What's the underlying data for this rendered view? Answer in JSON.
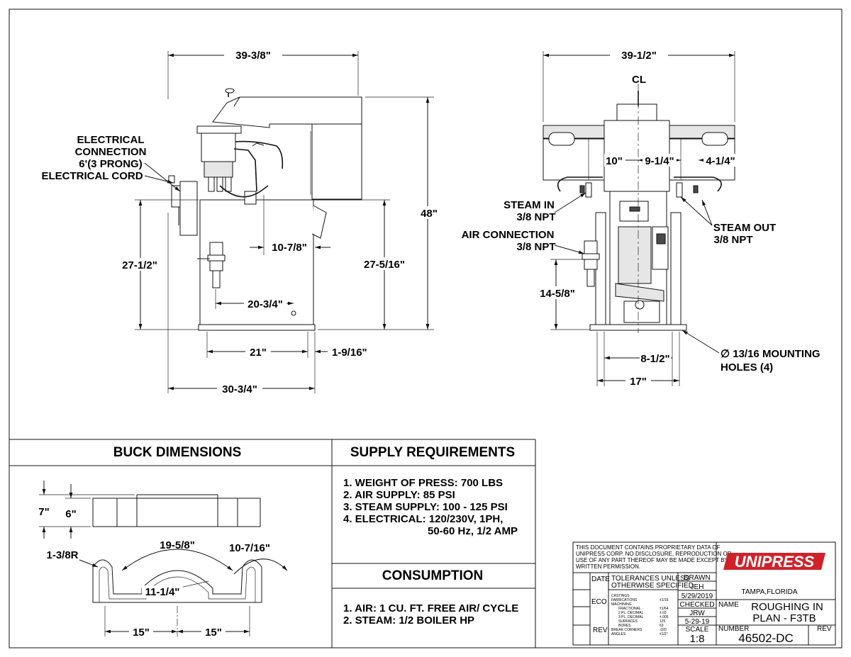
{
  "front_view": {
    "top_width": "39-3/8\"",
    "height_total": "48\"",
    "height_left": "27-1/2\"",
    "height_right": "27-5/16\"",
    "offset_a": "10-7/8\"",
    "offset_b": "20-3/4\"",
    "base_inner": "21\"",
    "base_right": "1-9/16\"",
    "base_total": "30-3/4\"",
    "electrical_label": [
      "ELECTRICAL",
      "CONNECTION",
      "6'(3 PRONG)",
      "ELECTRICAL CORD"
    ]
  },
  "side_view": {
    "top_width": "39-1/2\"",
    "centerline": "CL",
    "dim_10": "10\"",
    "dim_9_1_4": "9-1/4\"",
    "dim_4_1_4": "4-1/4\"",
    "steam_in": [
      "STEAM IN",
      "3/8 NPT"
    ],
    "air_connection": [
      "AIR CONNECTION",
      "3/8 NPT"
    ],
    "steam_out": [
      "STEAM OUT",
      "3/8 NPT"
    ],
    "dim_14_5_8": "14-5/8\"",
    "dim_8_1_2": "8-1/2\"",
    "dim_17": "17\"",
    "mounting": [
      "∅ 13/16 MOUNTING",
      "HOLES (4)"
    ]
  },
  "buck": {
    "header": "BUCK DIMENSIONS",
    "d7": "7\"",
    "d6": "6\"",
    "radius": "1-3/8R",
    "arc_top": "19-5/8\"",
    "arc_right": "10-7/16\"",
    "arc_inner": "11-1/4\"",
    "bottom_left": "15\"",
    "bottom_right": "15\""
  },
  "supply": {
    "header": "SUPPLY REQUIREMENTS",
    "items": [
      "1.  WEIGHT OF PRESS: 700 LBS",
      "2.  AIR SUPPLY: 85 PSI",
      "3.  STEAM SUPPLY: 100 - 125 PSI",
      "4.  ELECTRICAL: 120/230V, 1PH,",
      "50-60 Hz, 1/2 AMP"
    ]
  },
  "consumption": {
    "header": "CONSUMPTION",
    "items": [
      "1.  AIR: 1 CU. FT. FREE AIR/ CYCLE",
      "2.  STEAM: 1/2 BOILER HP"
    ]
  },
  "title_block": {
    "notice": [
      "THIS DOCUMENT CONTAINS PROPRIETARY DATA OF",
      "UNIPRESS CORP. NO DISCLOSURE, REPRODUCTION OR",
      "USE OF ANY PART THEREOF MAY BE MADE EXCEPT BY",
      "WRITTEN PERMISSION."
    ],
    "brand": "UNIPRESS",
    "brand_color": "#d0222a",
    "location": "TAMPA,FLORIDA",
    "date_label": "DATE",
    "eco_label": "ECO",
    "rev_label": "REV",
    "tolerances": [
      "TOLERANCES UNLESS",
      "OTHERWISE SPECIFIED"
    ],
    "tol_rows": [
      [
        "CASTINGS",
        ""
      ],
      [
        "FABRICATIONS",
        "±1/16"
      ],
      [
        "MACHINING",
        ""
      ],
      [
        "FRACTIONAL",
        "±1/64"
      ],
      [
        "2 PL. DECIMAL",
        "±.03"
      ],
      [
        "3 PL. DECIMAL",
        "±.005"
      ],
      [
        "SURFACES",
        "125"
      ],
      [
        "BORES",
        "63"
      ],
      [
        "BREAK CORNERS",
        ".020"
      ],
      [
        "ANGLES",
        "±1/2°"
      ]
    ],
    "drawn_label": "DRAWN",
    "drawn_by": "JEH",
    "drawn_date": "5/29/2019",
    "checked_label": "CHECKED",
    "checked_by": "JRW",
    "checked_date": "5-29-19",
    "scale_label": "SCALE",
    "scale": "1:8",
    "name_label": "NAME",
    "name": [
      "ROUGHING IN",
      "PLAN - F3TB"
    ],
    "number_label": "NUMBER",
    "number": "46502-DC",
    "rev2_label": "REV"
  }
}
